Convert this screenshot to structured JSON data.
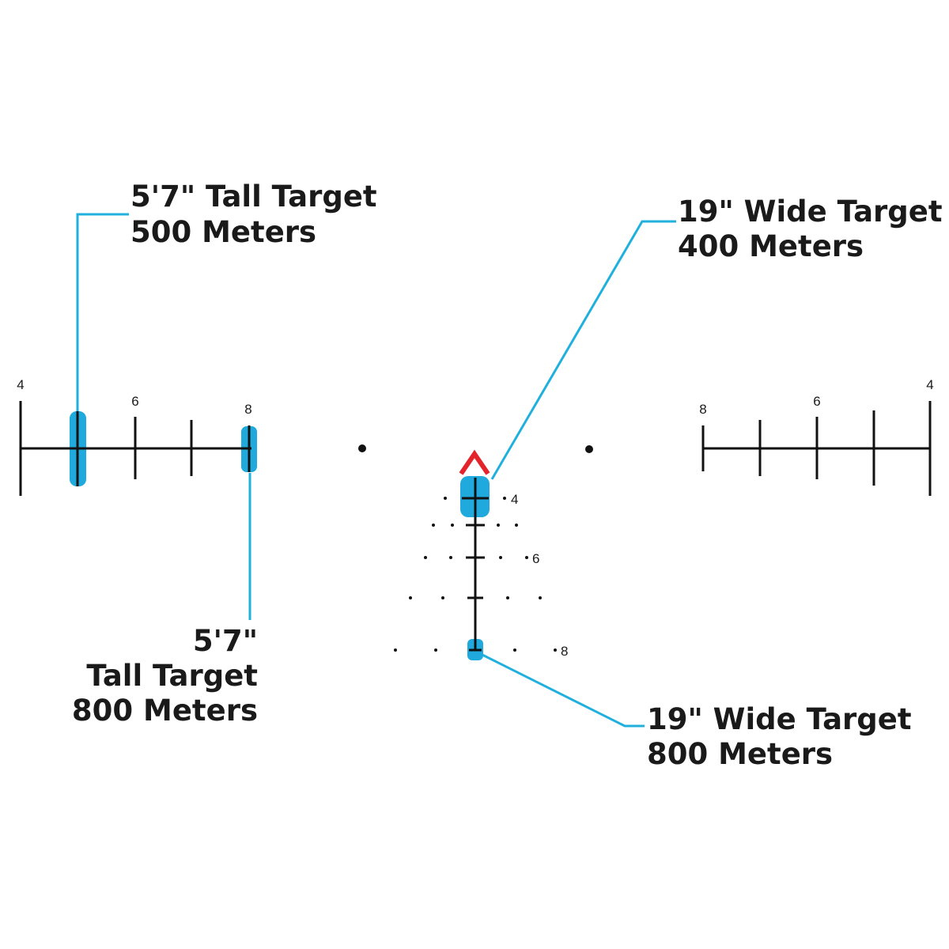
{
  "colors": {
    "reticle": "#111111",
    "highlight": "#1fa9dc",
    "leader": "#1fb0de",
    "chevron": "#e3242b",
    "text": "#1a1a1a",
    "background": "#ffffff"
  },
  "callouts": {
    "tall_500": {
      "line1": "5'7\" Tall Target",
      "line2": "500 Meters"
    },
    "wide_400": {
      "line1": "19\" Wide Target",
      "line2": "400 Meters"
    },
    "tall_800": {
      "line1": "5'7\"",
      "line2": "Tall Target",
      "line3": "800 Meters"
    },
    "wide_800": {
      "line1": "19\" Wide Target",
      "line2": "800 Meters"
    }
  },
  "left_scale": {
    "labels": [
      "4",
      "6",
      "8"
    ]
  },
  "right_scale": {
    "labels": [
      "8",
      "6",
      "4"
    ]
  },
  "center_post": {
    "labels": [
      "4",
      "6",
      "8"
    ]
  },
  "icons": {
    "aiming_point": "red-chevron-icon"
  }
}
